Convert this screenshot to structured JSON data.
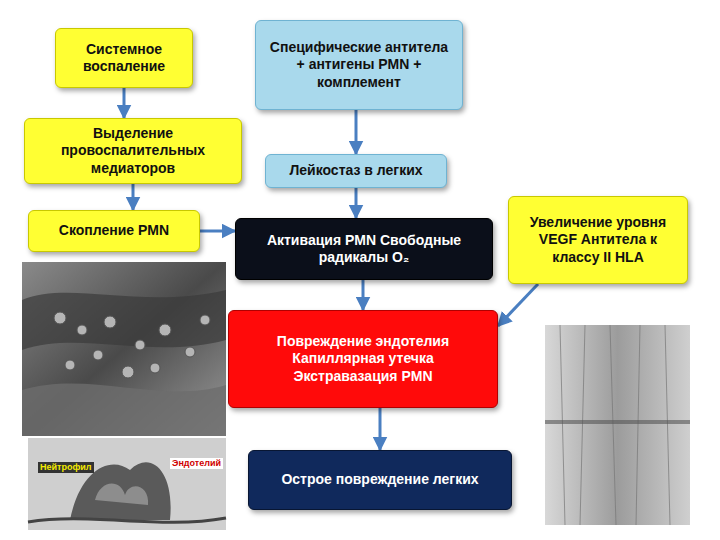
{
  "diagram": {
    "nodes": [
      {
        "text": [
          "Системное воспаление"
        ]
      },
      {
        "text": [
          "Специфические антитела + антигены PMN + комплемент"
        ]
      },
      {
        "text": [
          "Выделение провоспалительных медиаторов"
        ]
      },
      {
        "text": [
          "Лейкостаз в легких"
        ]
      },
      {
        "text": [
          "Увеличение уровня VEGF Антитела к классу II HLA"
        ]
      },
      {
        "text": [
          "Скопление PMN"
        ]
      },
      {
        "text": [
          "Активация PMN Свободные радикалы O₂"
        ]
      },
      {
        "text": [
          "Повреждение эндотелия Капиллярная утечка Экстравазация PMN"
        ]
      },
      {
        "text": [
          "Острое повреждение легких"
        ]
      }
    ],
    "edges": [
      {
        "from": 0,
        "to": 2,
        "arrow": "to"
      },
      {
        "from": 2,
        "to": 5,
        "arrow": "to"
      },
      {
        "from": 5,
        "to": 6,
        "arrow": "to"
      },
      {
        "from": 1,
        "to": 3,
        "arrow": "to"
      },
      {
        "from": 3,
        "to": 6,
        "arrow": "to"
      },
      {
        "from": 6,
        "to": 7,
        "arrow": "to"
      },
      {
        "from": 4,
        "to": 7,
        "arrow": "to"
      },
      {
        "from": 7,
        "to": 8,
        "arrow": "to"
      }
    ],
    "labels": [
      "Нейтрофил",
      "Эндотелий"
    ]
  }
}
